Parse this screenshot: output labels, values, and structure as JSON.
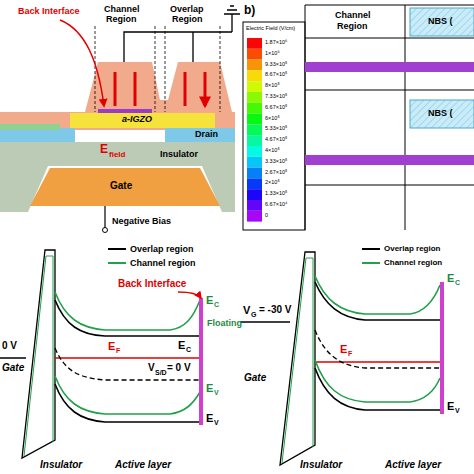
{
  "diagram": {
    "labels": [
      "b)",
      "Back Interface",
      "Channel",
      "Region",
      "Overlap",
      "Region",
      "a-IGZO",
      "E",
      "field",
      "Drain",
      "Insulator",
      "Gate",
      "Negative Bias",
      "Electric Field (V/cm)",
      "1.87×10⁶",
      "1×10⁶",
      "9.33×10⁵",
      "8.67×10⁵",
      "8×10⁵",
      "7.33×10⁵",
      "6.67×10⁵",
      "6×10⁵",
      "5.33×10⁵",
      "4.67×10⁵",
      "4×10⁵",
      "3.33×10⁵",
      "2.67×10⁵",
      "2×10⁵",
      "1.33×10⁵",
      "6.67×10⁴",
      "0",
      "Channel",
      "Region",
      "NBS (",
      "NBS (",
      "Back Interface",
      "Floating",
      "E",
      "C",
      "E",
      "C",
      "E",
      "F",
      "V",
      "S/D",
      "= 0 V",
      "E",
      "V",
      "E",
      "V",
      "0 V",
      "Gate",
      "Insulator",
      "Active layer",
      "V",
      "G",
      "= -30 V",
      "Gate",
      "E",
      "C",
      "E",
      "F",
      "E",
      "V",
      "Insulator",
      "Active layer"
    ],
    "legend": [
      {
        "text": "Overlap region"
      },
      {
        "text": "Channel region"
      },
      {
        "text": "Overlap region"
      },
      {
        "text": "Channel region"
      }
    ]
  }
}
